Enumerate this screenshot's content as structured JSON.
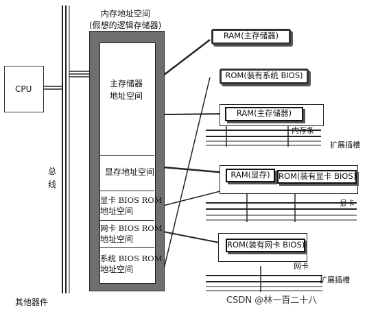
{
  "title_line1": "内存地址空间",
  "title_line2": "(假想的逻辑存储器)",
  "cpu_label": "CPU",
  "bus_label_1": "总",
  "bus_label_2": "线",
  "other_devices": "其他器件",
  "segments": {
    "main_memory_1": "主存储器",
    "main_memory_2": "地址空间",
    "vram": "显存地址空间",
    "gpu_bios_1": "显卡 BIOS ROM",
    "gpu_bios_2": "地址空间",
    "nic_bios_1": "网卡 BIOS ROM",
    "nic_bios_2": "地址空间",
    "sys_bios_1": "系统 BIOS ROM",
    "sys_bios_2": "地址空间"
  },
  "devices": {
    "ram_main": "RAM(主存储器)",
    "rom_system": "ROM(装有系统 BIOS)",
    "ram_stick": "RAM(主存储器)",
    "ram_stick_label": "内存条",
    "expansion_slot_1": "扩展插槽",
    "ram_vram": "RAM(显存)",
    "rom_gpu": "ROM(装有显卡 BIOS)",
    "gpu_label": "显卡",
    "rom_nic": "ROM(装有网卡 BIOS)",
    "nic_label": "网卡",
    "expansion_slot_2": "扩展插槽"
  },
  "watermark": "CSDN @林一百二十八"
}
